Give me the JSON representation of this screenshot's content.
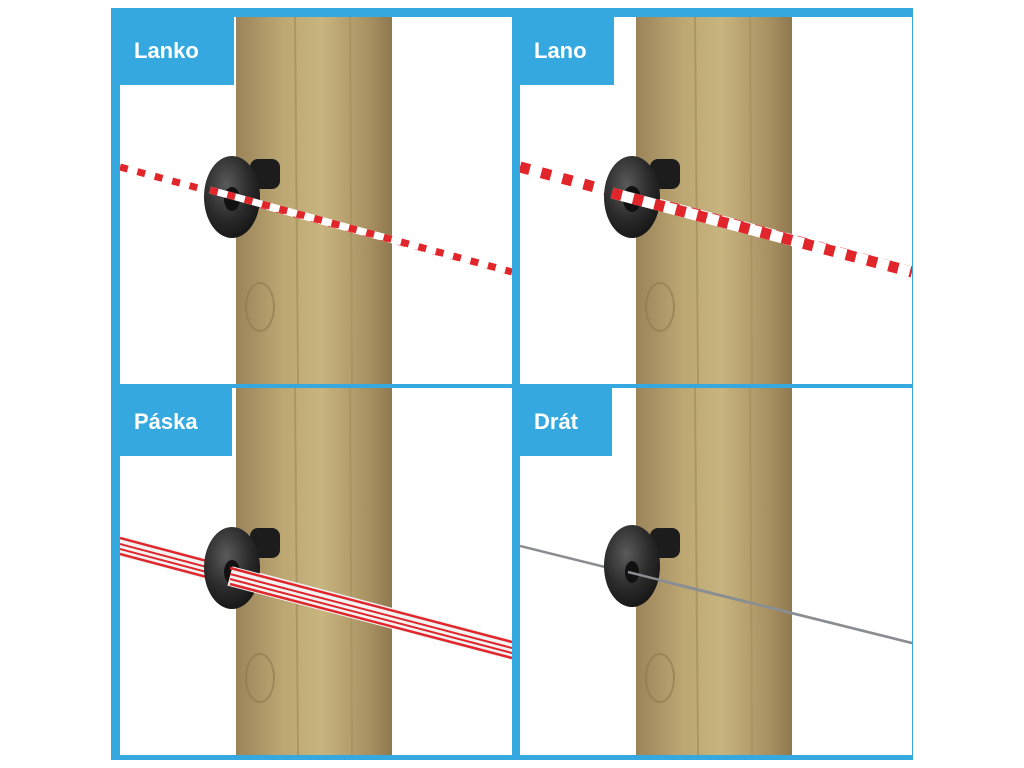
{
  "panels": [
    {
      "label": "Lanko",
      "material": "thin twisted red-white polywire"
    },
    {
      "label": "Lano",
      "material": "thick twisted red-white polyrope"
    },
    {
      "label": "Páska",
      "material": "red-white polytape"
    },
    {
      "label": "Drát",
      "material": "steel wire"
    }
  ],
  "colors": {
    "accent": "#35a9df",
    "wood": "#b59e6a",
    "insulator": "#2b2b2b",
    "conductor_red": "#e0262b",
    "wire_gray": "#8a8e92"
  }
}
